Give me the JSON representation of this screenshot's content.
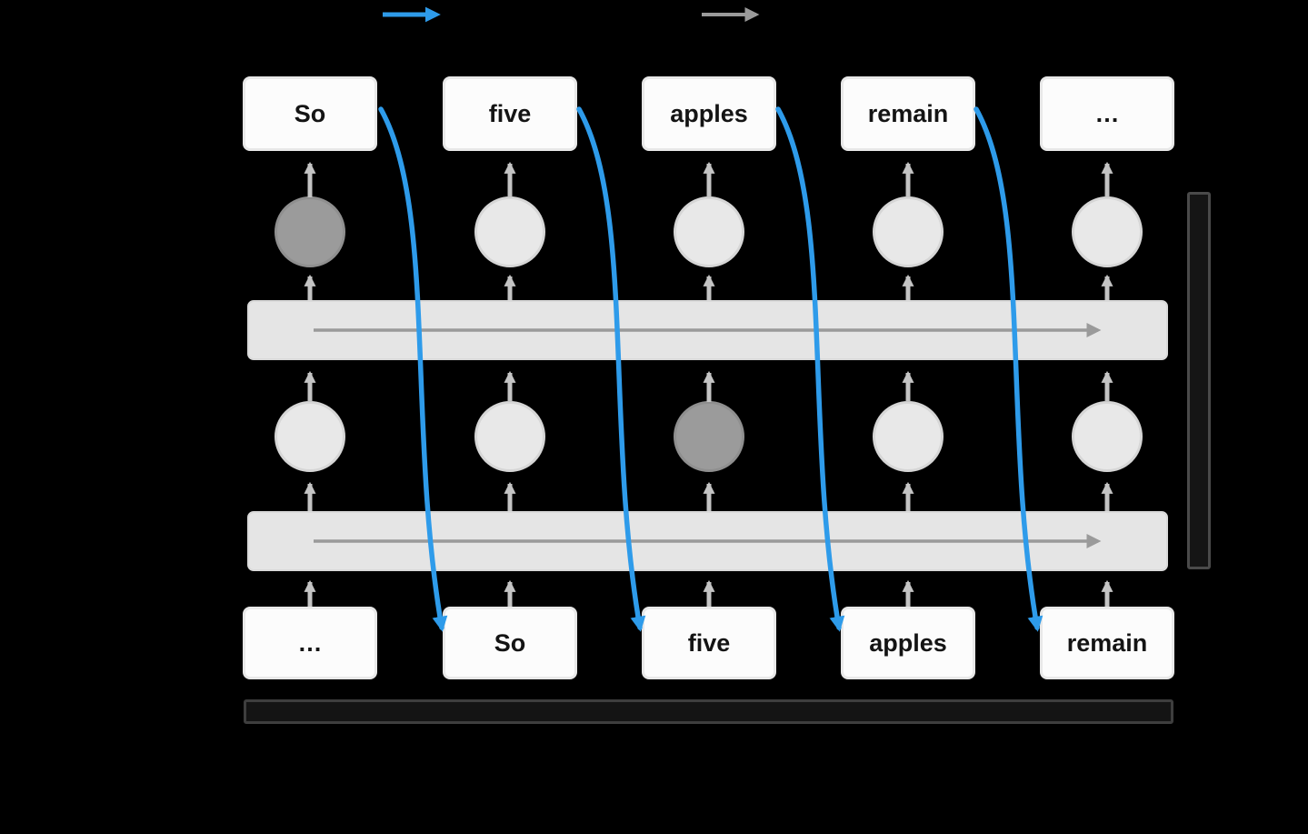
{
  "page": {
    "background": "#000000"
  },
  "legend": {
    "items": [
      {
        "icon": "blue-right-arrow",
        "color": "#2E9BEA"
      },
      {
        "icon": "gray-right-arrow",
        "color": "#9A9A9A"
      }
    ]
  },
  "diagram": {
    "top_row": [
      {
        "label": "So"
      },
      {
        "label": "five"
      },
      {
        "label": "apples"
      },
      {
        "label": "remain"
      },
      {
        "label": "…"
      }
    ],
    "bottom_row": [
      {
        "label": "…"
      },
      {
        "label": "So"
      },
      {
        "label": "five"
      },
      {
        "label": "apples"
      },
      {
        "label": "remain"
      }
    ],
    "node_rows": 2,
    "recurrent_bars": 2,
    "bar_flow_direction": "left-to-right",
    "highlighted_nodes": [
      {
        "row": "upper",
        "column": 0
      },
      {
        "row": "lower",
        "column": 2
      }
    ],
    "shift_arrows": {
      "color": "#2E9BEA",
      "count": 4,
      "mapping": [
        {
          "from_top": "So",
          "to_bottom": "So"
        },
        {
          "from_top": "five",
          "to_bottom": "five"
        },
        {
          "from_top": "apples",
          "to_bottom": "apples"
        },
        {
          "from_top": "remain",
          "to_bottom": "remain"
        }
      ]
    },
    "colors": {
      "box_fill": "#FCFCFC",
      "node_light": "#E8E8E8",
      "node_dark": "#9B9B9B",
      "bar_fill": "#E5E5E5",
      "connector_gray": "#C4C4C4",
      "flow_arrow_gray": "#9A9A9A",
      "accent_blue": "#2E9BEA",
      "bracket_outline": "#4A4A4A"
    }
  }
}
